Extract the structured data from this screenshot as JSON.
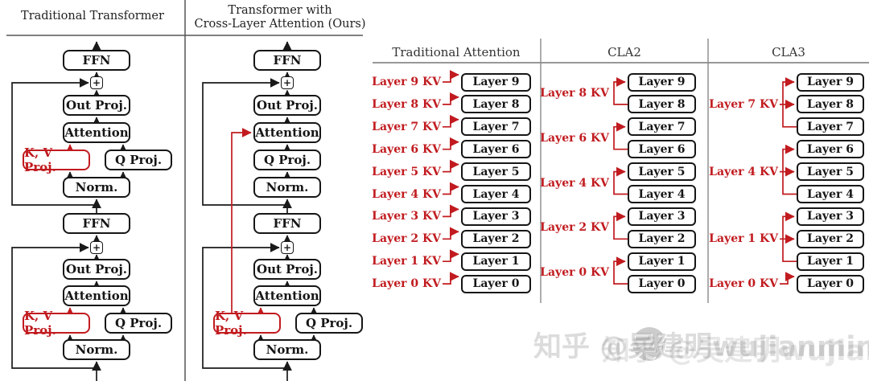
{
  "left": {
    "panel1": {
      "title": "Traditional Transformer"
    },
    "panel2": {
      "title_line1": "Transformer with",
      "title_line2": "Cross-Layer Attention (Ours)"
    },
    "labels": {
      "ffn": "FFN",
      "plus": "+",
      "out": "Out Proj.",
      "attn": "Attention",
      "kv": "K, V Proj.",
      "q": "Q Proj.",
      "norm": "Norm."
    }
  },
  "right": {
    "columns": [
      {
        "header": "Traditional Attention",
        "layers": [
          "Layer 9",
          "Layer 8",
          "Layer 7",
          "Layer 6",
          "Layer 5",
          "Layer 4",
          "Layer 3",
          "Layer 2",
          "Layer 1",
          "Layer 0"
        ],
        "kv_items": [
          {
            "label": "Layer 9 KV",
            "layers": [
              9
            ]
          },
          {
            "label": "Layer 8 KV",
            "layers": [
              8
            ]
          },
          {
            "label": "Layer 7 KV",
            "layers": [
              7
            ]
          },
          {
            "label": "Layer 6 KV",
            "layers": [
              6
            ]
          },
          {
            "label": "Layer 5 KV",
            "layers": [
              5
            ]
          },
          {
            "label": "Layer 4 KV",
            "layers": [
              4
            ]
          },
          {
            "label": "Layer 3 KV",
            "layers": [
              3
            ]
          },
          {
            "label": "Layer 2 KV",
            "layers": [
              2
            ]
          },
          {
            "label": "Layer 1 KV",
            "layers": [
              1
            ]
          },
          {
            "label": "Layer 0 KV",
            "layers": [
              0
            ]
          }
        ]
      },
      {
        "header": "CLA2",
        "layers": [
          "Layer 9",
          "Layer 8",
          "Layer 7",
          "Layer 6",
          "Layer 5",
          "Layer 4",
          "Layer 3",
          "Layer 2",
          "Layer 1",
          "Layer 0"
        ],
        "kv_items": [
          {
            "label": "Layer 8 KV",
            "layers": [
              9,
              8
            ]
          },
          {
            "label": "Layer 6 KV",
            "layers": [
              7,
              6
            ]
          },
          {
            "label": "Layer 4 KV",
            "layers": [
              5,
              4
            ]
          },
          {
            "label": "Layer 2 KV",
            "layers": [
              3,
              2
            ]
          },
          {
            "label": "Layer 0 KV",
            "layers": [
              1,
              0
            ]
          }
        ]
      },
      {
        "header": "CLA3",
        "layers": [
          "Layer 9",
          "Layer 8",
          "Layer 7",
          "Layer 6",
          "Layer 5",
          "Layer 4",
          "Layer 3",
          "Layer 2",
          "Layer 1",
          "Layer 0"
        ],
        "kv_items": [
          {
            "label": "Layer 7 KV",
            "layers": [
              9,
              8,
              7
            ]
          },
          {
            "label": "Layer 4 KV",
            "layers": [
              6,
              5,
              4
            ]
          },
          {
            "label": "Layer 1 KV",
            "layers": [
              3,
              2,
              1
            ]
          },
          {
            "label": "Layer 0 KV",
            "layers": [
              0
            ]
          }
        ]
      }
    ]
  },
  "watermark": {
    "text": "知乎 @吴建明wujianming"
  },
  "colors": {
    "red": "#C11B1F",
    "line_black": "#1a1a1a",
    "divider_gray": "#8a8a8a"
  }
}
